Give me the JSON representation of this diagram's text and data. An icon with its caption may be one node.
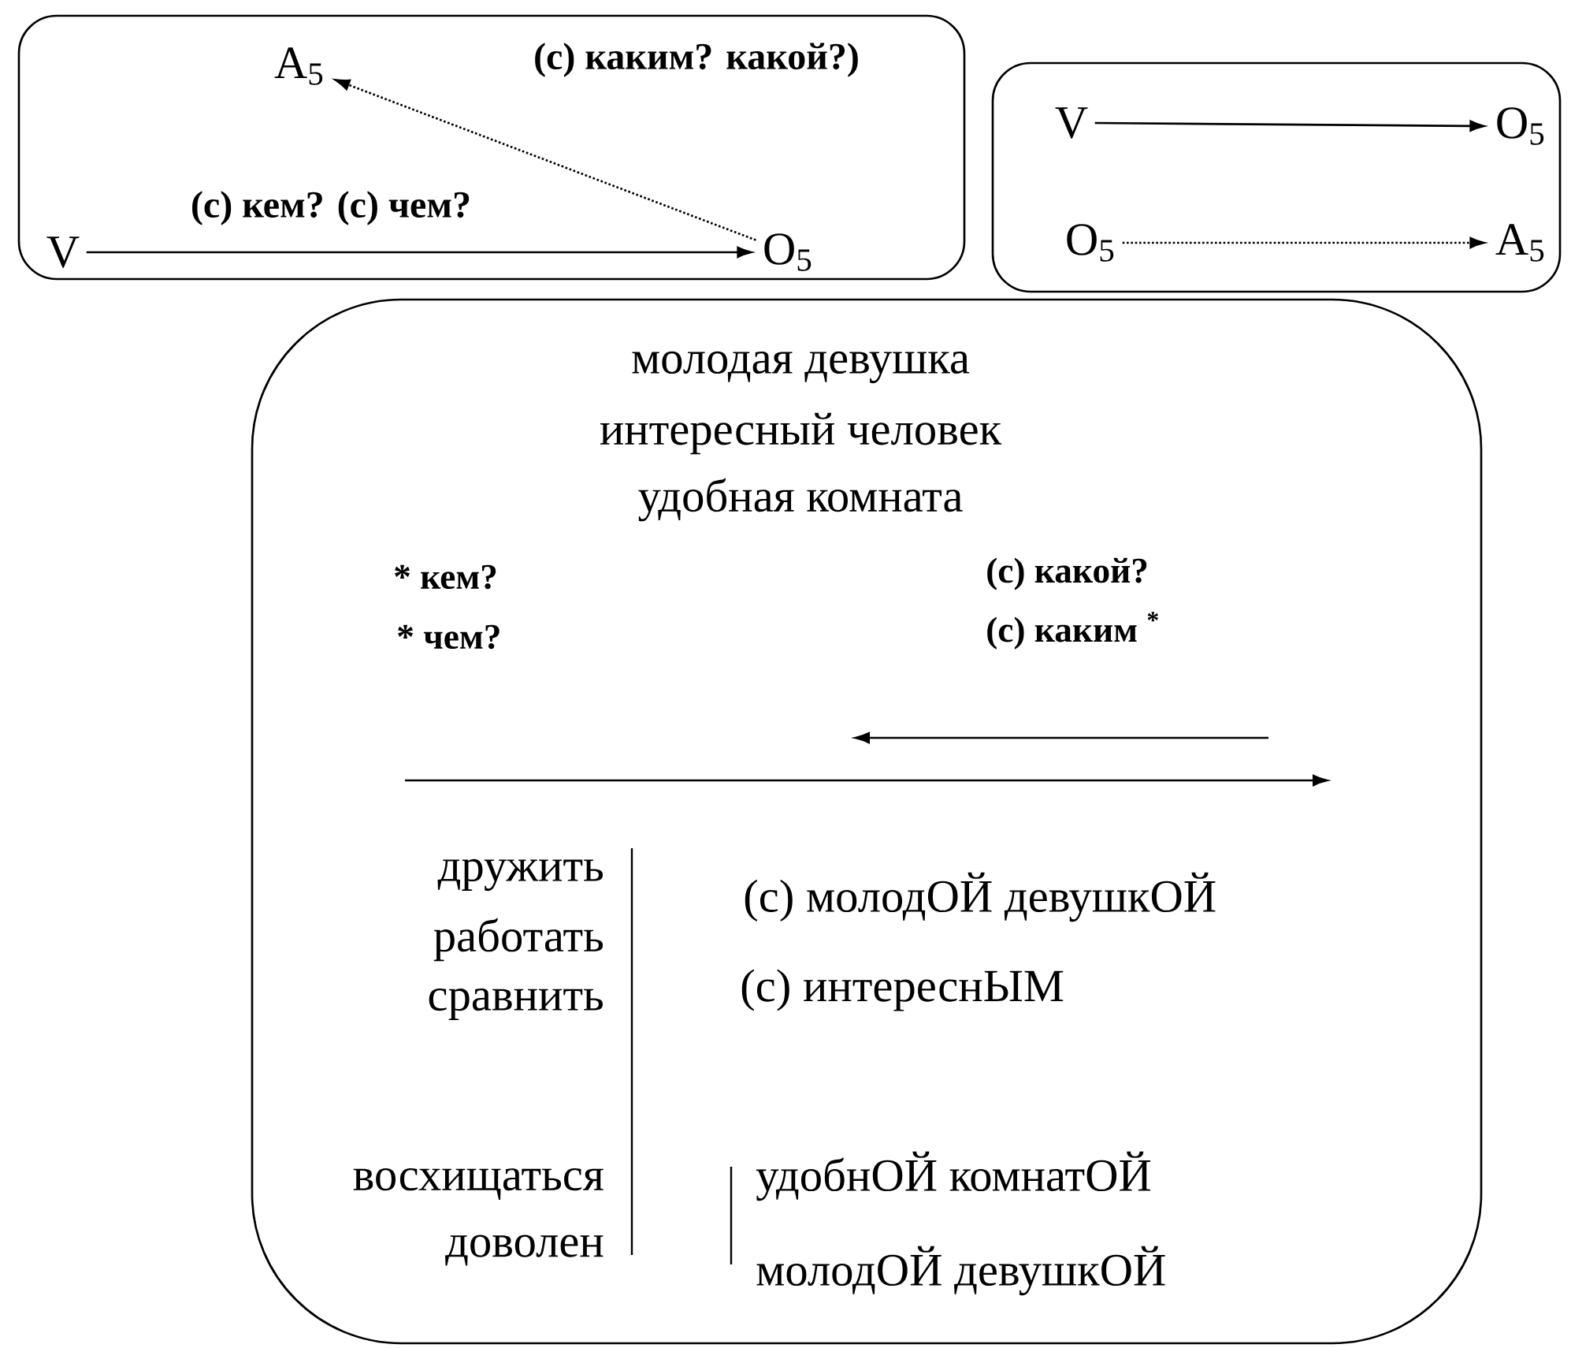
{
  "diagram": {
    "nodes": [
      {
        "text": [],
        "shape": "box"
      },
      {
        "text": [
          "A$_{5}$"
        ],
        "in": 0
      },
      {
        "text": [
          "V"
        ],
        "in": 0
      },
      {
        "text": [
          "O$_{5}$"
        ],
        "in": 0
      },
      {
        "text": [],
        "shape": "box"
      },
      {
        "text": [
          "V"
        ],
        "in": 4
      },
      {
        "text": [
          "O$_{5}$"
        ],
        "in": 4
      },
      {
        "text": [
          "O$_{5}$"
        ],
        "in": 4
      },
      {
        "text": [
          "A$_{5}$"
        ],
        "in": 4
      },
      {
        "text": [
          "молодая девушка",
          "интересный человек",
          "удобная комната",
          "* кем?",
          "* чем?",
          "**(с) какой**?",
          "**(с) каким** $^{*}$",
          "дружить",
          "работать",
          "сравнить",
          "восхищаться",
          "доволен",
          "(с) молодОЙ девушкОЙ",
          "(с) интереснЫМ",
          "удобнОЙ комнатОЙ",
          "молодОЙ девушкОЙ"
        ]
      }
    ],
    "edges": [
      {
        "from": 2,
        "to": 3,
        "arrow": "to",
        "label": "(с) кем? (с) чем?"
      },
      {
        "from": 3,
        "to": 1,
        "arrow": "to",
        "style": "dashed",
        "label": "(с) каким? какой?)"
      },
      {
        "from": 5,
        "to": 6,
        "arrow": "to"
      },
      {
        "from": 7,
        "to": 8,
        "arrow": "to",
        "style": "dashed"
      }
    ]
  }
}
